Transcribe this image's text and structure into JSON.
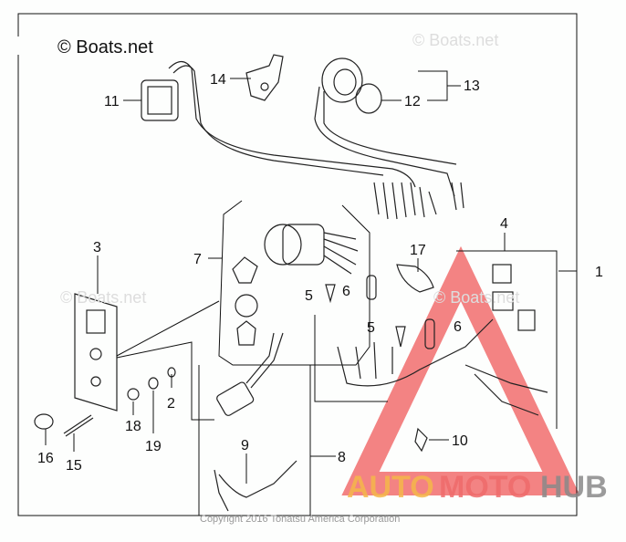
{
  "watermarks": {
    "main": "© Boats.net",
    "faint": "© Boats.net",
    "copyright": "Copyright 2016 Tohatsu America Corporation"
  },
  "logo": {
    "part1": "AUTO",
    "part2": "MOTO",
    "part3": "HUB",
    "colors": {
      "auto": "#f5b74a",
      "moto": "#ef6b6b",
      "hub": "#8a8a8a",
      "triangle": "#ef5a5a"
    }
  },
  "callouts": [
    "1",
    "2",
    "3",
    "4",
    "5",
    "5",
    "6",
    "6",
    "7",
    "8",
    "9",
    "10",
    "11",
    "12",
    "13",
    "14",
    "15",
    "16",
    "17",
    "18",
    "19"
  ]
}
